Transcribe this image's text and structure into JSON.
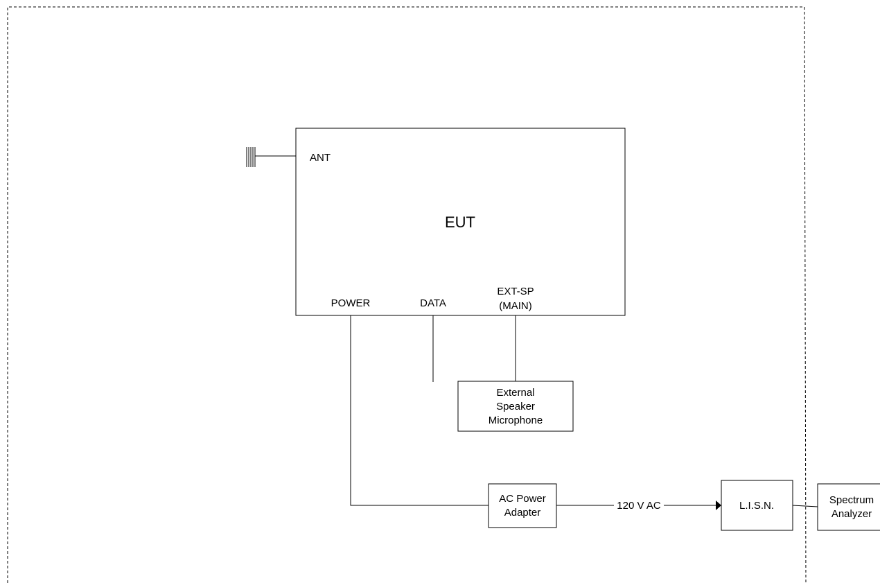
{
  "eut": {
    "label": "EUT"
  },
  "ports": {
    "ant": "ANT",
    "power": "POWER",
    "data": "DATA",
    "ext_sp_line1": "EXT-SP",
    "ext_sp_line2": "(MAIN)"
  },
  "speaker_mic": {
    "line1": "External",
    "line2": "Speaker",
    "line3": "Microphone"
  },
  "ac_adapter": {
    "line1": "AC Power",
    "line2": "Adapter"
  },
  "supply": {
    "label": "120 V AC"
  },
  "lisn": {
    "label": "L.I.S.N."
  },
  "spectrum_analyzer": {
    "line1": "Spectrum",
    "line2": "Analyzer"
  }
}
